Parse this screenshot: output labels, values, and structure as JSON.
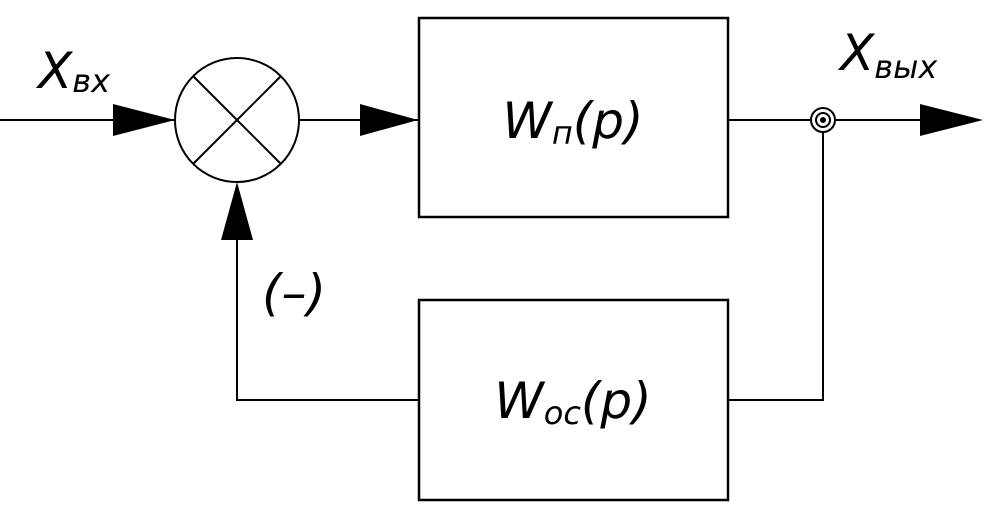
{
  "diagram": {
    "input_label": {
      "main": "X",
      "sub": "вх"
    },
    "output_label": {
      "main": "X",
      "sub": "вых"
    },
    "plant_block": {
      "main": "W",
      "sub": "п",
      "suffix": "(p)"
    },
    "feedback_block": {
      "main": "W",
      "sub": "ос",
      "suffix": "(p)"
    },
    "feedback_sign": "(–)"
  }
}
